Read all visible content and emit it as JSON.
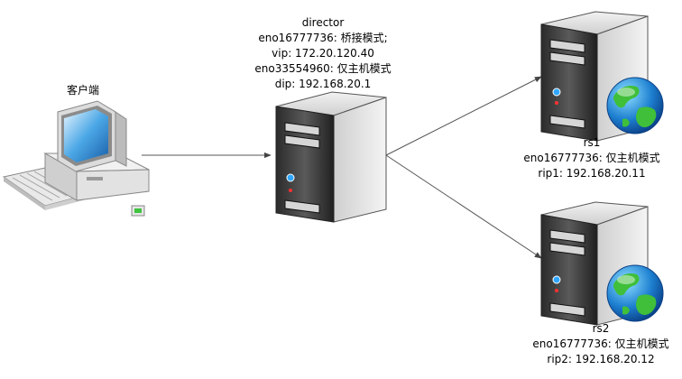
{
  "client": {
    "label": "客户端"
  },
  "director": {
    "title": "director",
    "line1": "eno16777736: 桥接模式;",
    "line2": "vip: 172.20.120.40",
    "line3": "eno33554960: 仅主机模式",
    "line4": "dip: 192.168.20.1"
  },
  "rs1": {
    "title": "rs1",
    "line1": "eno16777736: 仅主机模式",
    "line2": "rip1: 192.168.20.11"
  },
  "rs2": {
    "title": "rs2",
    "line1": "eno16777736: 仅主机模式",
    "line2": "rip2: 192.168.20.12"
  }
}
